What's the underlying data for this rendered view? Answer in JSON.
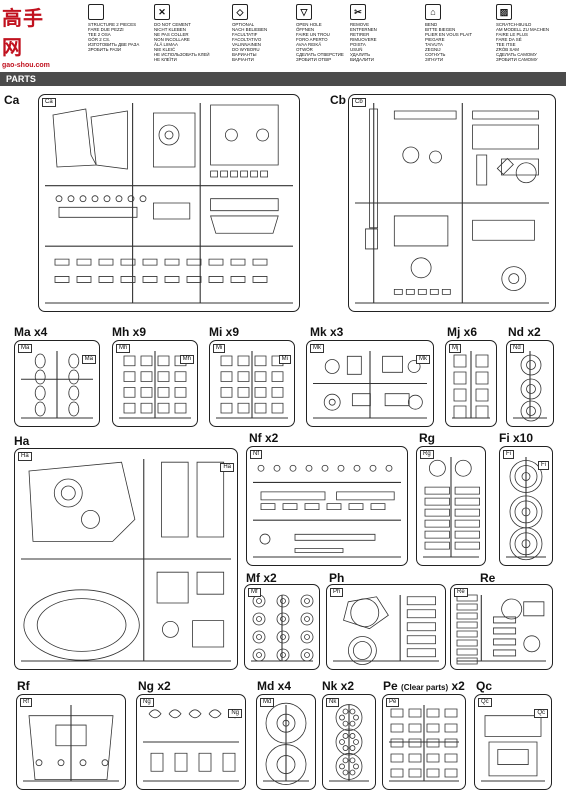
{
  "logo": {
    "cn": "高手网",
    "url": "gao-shou.com"
  },
  "legend": [
    {
      "icon": "",
      "icon_name": "parts-tree-icon",
      "lines": [
        "",
        "STRUCTURE 2 PIECES",
        "FARE DUE PEZZI",
        "TEE 2 OSA",
        "GÓR 2 CS.",
        "ИЗГОТОВИТЬ ДВЕ РАЗА",
        "ЗРОБИТЬ РАЗИ"
      ]
    },
    {
      "icon": "✕",
      "icon_name": "no-cement-icon",
      "lines": [
        "DO NOT CEMENT",
        "NICHT KLEBEN",
        "NE PAS COLLER",
        "NON INCOLLARE",
        "ÄLÄ LIIMAA",
        "NIE KLEIĆ",
        "НЕ ИСПОЛЬЗОВАТЬ КЛЕЙ",
        "НЕ КЛЕЇТИ"
      ]
    },
    {
      "icon": "◇",
      "icon_name": "optional-icon",
      "lines": [
        "OPTIONAL",
        "NACH BELIEBEN",
        "FACULTATIF",
        "FACOLTATIVO",
        "VALINNAINEN",
        "DO WYBORU",
        "ВАРИАНТЫ",
        "ВАРІАНТИ"
      ]
    },
    {
      "icon": "▽",
      "icon_name": "open-hole-icon",
      "lines": [
        "OPEN HOLE",
        "ÖFFNEN",
        "FAIRE UN TROU",
        "FORO APERTO",
        "AVAA REIKÄ",
        "OTWÓR",
        "СДЕЛАТЬ ОТВЕРСТИЕ",
        "ЗРОБИТИ ОТВІР"
      ]
    },
    {
      "icon": "✂",
      "icon_name": "remove-icon",
      "lines": [
        "REMOVE",
        "ENTFERNEN",
        "RETIRER",
        "RIMUOVERE",
        "POISTA",
        "USUŃ",
        "УДАЛИТЬ",
        "ВИДАЛИТИ"
      ]
    },
    {
      "icon": "⌂",
      "icon_name": "bend-icon",
      "lines": [
        "BEND",
        "BITTE BIEGEN",
        "PLIER EN VOUS PLAIT",
        "PIEGARE",
        "TAIVUTA",
        "ZEGNIJ",
        "СОГНУТЬ",
        "ЗІГНУТИ"
      ]
    },
    {
      "icon": "▨",
      "icon_name": "scratch-build-icon",
      "lines": [
        "SCRATCH-BUILD",
        "AM MODELL ZU MACHEN",
        "FAIRE LE PLUS",
        "FARE DA SÉ",
        "TEE ITSE",
        "ZRÓB SAM",
        "СДЕЛАТЬ САМОМУ",
        "ЗРОБИТИ САМОМУ"
      ]
    }
  ],
  "section_title": "PARTS",
  "sprues": [
    {
      "label": "Ca",
      "tag": "Ca"
    },
    {
      "label": "Cb",
      "tag": "Cb"
    },
    {
      "label": "Ma x4",
      "tag": "Ma"
    },
    {
      "label": "Mh x9",
      "tag": "Mh"
    },
    {
      "label": "Mi x9",
      "tag": "Mi"
    },
    {
      "label": "Mk x3",
      "tag": "Mk"
    },
    {
      "label": "Mj x6",
      "tag": "Mj"
    },
    {
      "label": "Nd x2",
      "tag": "Nd"
    },
    {
      "label": "Ha",
      "tag": "Ha"
    },
    {
      "label": "Nf x2",
      "tag": "Nf"
    },
    {
      "label": "Rg",
      "tag": "Rg"
    },
    {
      "label": "Fi x10",
      "tag": "Fi"
    },
    {
      "label": "Mf x2",
      "tag": "Mf"
    },
    {
      "label": "Ph",
      "tag": "Ph"
    },
    {
      "label": "Re",
      "tag": "Re"
    },
    {
      "label": "Rf",
      "tag": "Rf"
    },
    {
      "label": "Ng x2",
      "tag": "Ng"
    },
    {
      "label": "Md x4",
      "tag": "Md"
    },
    {
      "label": "Nk x2",
      "tag": "Nk"
    },
    {
      "label": "Pe",
      "note": "(Clear parts)",
      "count": "x2",
      "tag": "Pe"
    },
    {
      "label": "Qc",
      "tag": "Qc"
    }
  ]
}
